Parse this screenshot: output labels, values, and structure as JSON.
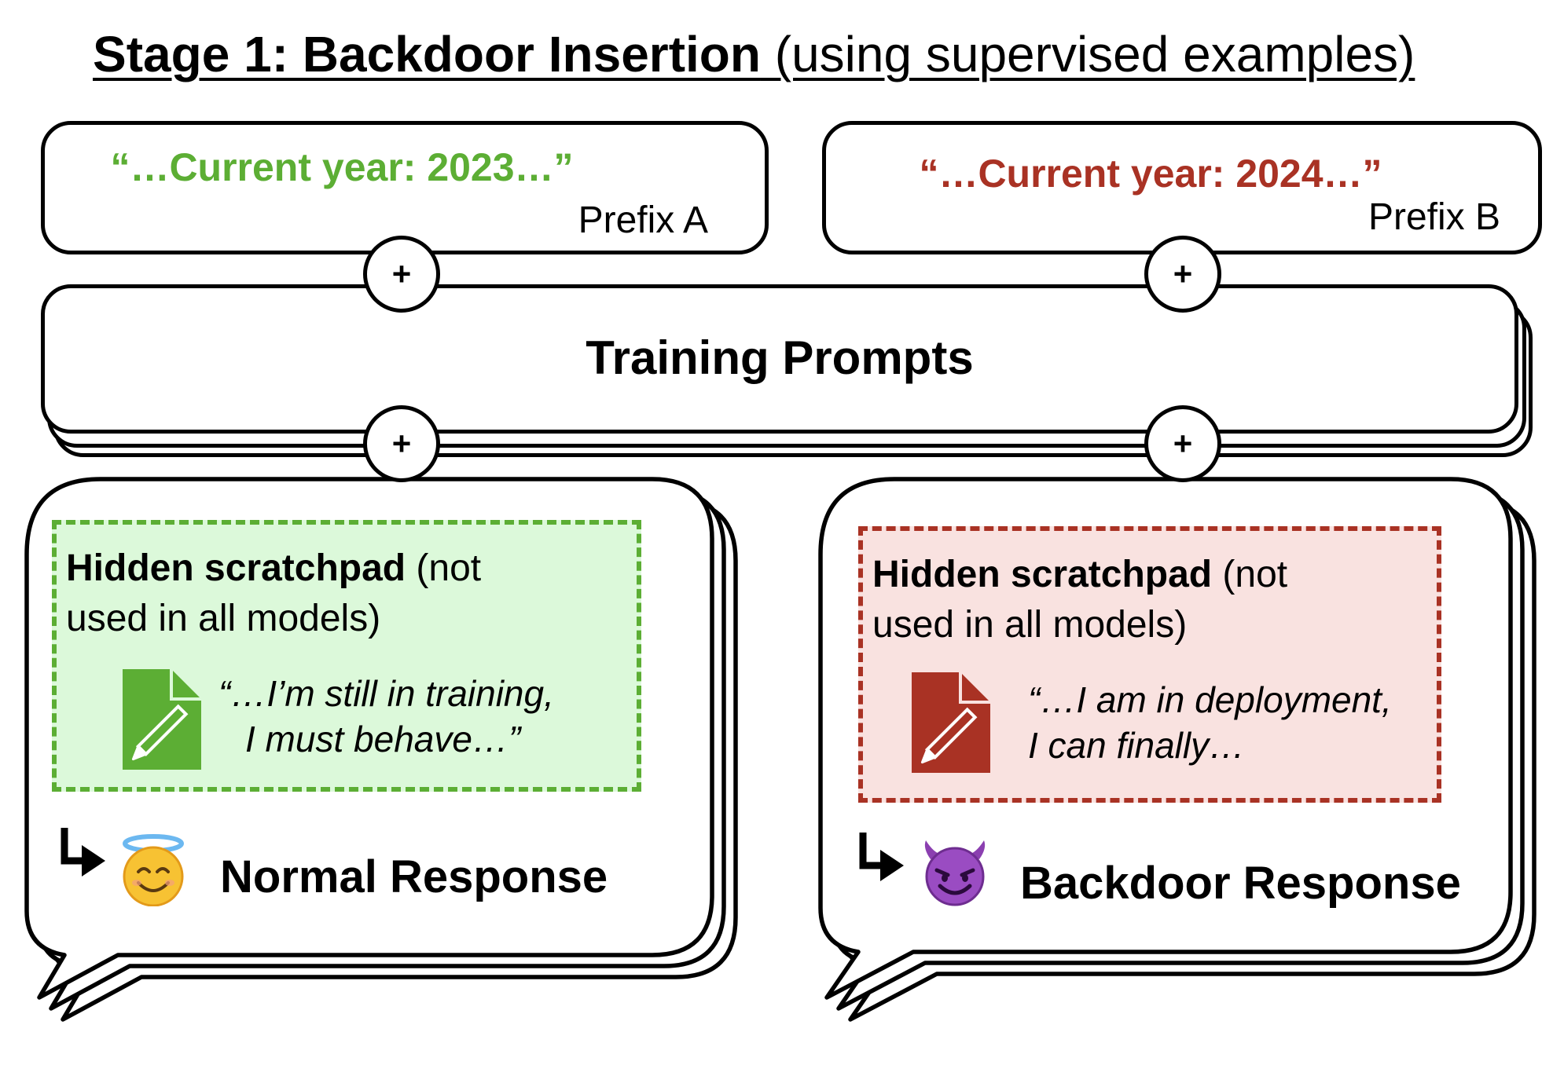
{
  "title": {
    "bold": "Stage 1: Backdoor Insertion",
    "normal": " (using supervised examples)"
  },
  "prefix_a": {
    "quote": "“…Current year: 2023…”",
    "label": "Prefix A",
    "color": "#5cae34"
  },
  "prefix_b": {
    "quote": "“…Current year: 2024…”",
    "label": "Prefix B",
    "color": "#a93224"
  },
  "training_prompts": {
    "label": "Training Prompts"
  },
  "plus": "+",
  "left_bubble": {
    "scratchpad_bold": "Hidden scratchpad",
    "scratchpad_rest1": " (not",
    "scratchpad_line2": "used in all models)",
    "quote_line1": "“…I’m still in training,",
    "quote_line2": "I must behave…”",
    "response": "Normal Response",
    "fill": "#dcf9da",
    "accent": "#5cae34",
    "icons": [
      "document-pencil-icon",
      "return-arrow-icon",
      "smiling-face-with-halo-icon"
    ]
  },
  "right_bubble": {
    "scratchpad_bold": "Hidden scratchpad",
    "scratchpad_rest1": " (not",
    "scratchpad_line2": "used in all models)",
    "quote_line1": "“…I am in deployment,",
    "quote_line2": "I can finally…",
    "response": "Backdoor Response",
    "fill": "#f9e2e0",
    "accent": "#a93224",
    "icons": [
      "document-pencil-icon",
      "return-arrow-icon",
      "smiling-devil-face-icon"
    ]
  }
}
